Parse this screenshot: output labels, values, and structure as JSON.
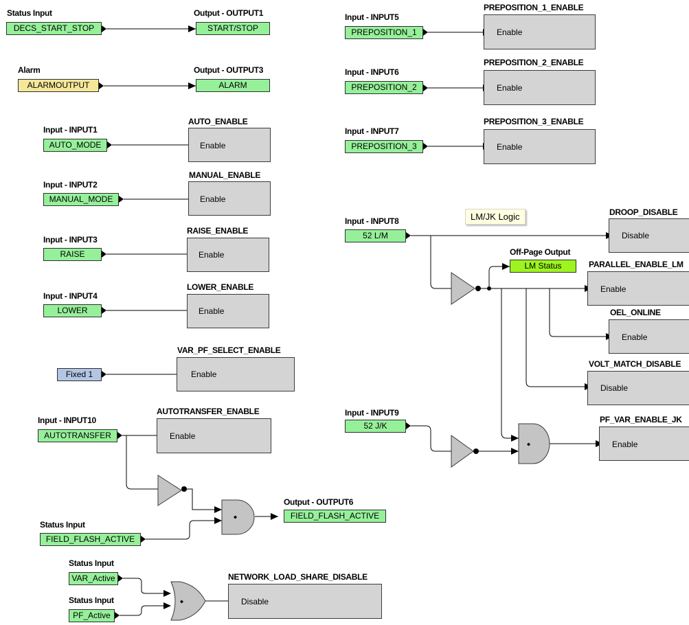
{
  "left": {
    "decs": {
      "header": "Status Input",
      "tag": "DECS_START_STOP",
      "out_header": "Output - OUTPUT1",
      "out_tag": "START/STOP"
    },
    "alarm": {
      "header": "Alarm",
      "tag": "ALARMOUTPUT",
      "out_header": "Output - OUTPUT3",
      "out_tag": "ALARM"
    },
    "auto": {
      "header": "Input - INPUT1",
      "tag": "AUTO_MODE",
      "block_title": "AUTO_ENABLE",
      "port": "Enable"
    },
    "manual": {
      "header": "Input - INPUT2",
      "tag": "MANUAL_MODE",
      "block_title": "MANUAL_ENABLE",
      "port": "Enable"
    },
    "raise": {
      "header": "Input - INPUT3",
      "tag": "RAISE",
      "block_title": "RAISE_ENABLE",
      "port": "Enable"
    },
    "lower": {
      "header": "Input - INPUT4",
      "tag": "LOWER",
      "block_title": "LOWER_ENABLE",
      "port": "Enable"
    },
    "varpf": {
      "tag": "Fixed 1",
      "block_title": "VAR_PF_SELECT_ENABLE",
      "port": "Enable"
    },
    "autotransfer": {
      "header": "Input - INPUT10",
      "tag": "AUTOTRANSFER",
      "block_title": "AUTOTRANSFER_ENABLE",
      "port": "Enable"
    },
    "fieldflash": {
      "header": "Status Input",
      "tag": "FIELD_FLASH_ACTIVE",
      "out_header": "Output - OUTPUT6",
      "out_tag": "FIELD_FLASH_ACTIVE"
    },
    "varactive": {
      "header": "Status Input",
      "tag": "VAR_Active"
    },
    "pfactive": {
      "header": "Status Input",
      "tag": "PF_Active"
    },
    "nls": {
      "block_title": "NETWORK_LOAD_SHARE_DISABLE",
      "port": "Disable"
    }
  },
  "right": {
    "prep1": {
      "header": "Input - INPUT5",
      "tag": "PREPOSITION_1",
      "block_title": "PREPOSITION_1_ENABLE",
      "port": "Enable"
    },
    "prep2": {
      "header": "Input - INPUT6",
      "tag": "PREPOSITION_2",
      "block_title": "PREPOSITION_2_ENABLE",
      "port": "Enable"
    },
    "prep3": {
      "header": "Input - INPUT7",
      "tag": "PREPOSITION_3",
      "block_title": "PREPOSITION_3_ENABLE",
      "port": "Enable"
    },
    "note": "LM/JK Logic",
    "in8": {
      "header": "Input - INPUT8",
      "tag": "52 L/M"
    },
    "in9": {
      "header": "Input - INPUT9",
      "tag": "52 J/K"
    },
    "offpage": {
      "header": "Off-Page Output",
      "tag": "LM Status"
    },
    "droop": {
      "block_title": "DROOP_DISABLE",
      "port": "Disable"
    },
    "parallel": {
      "block_title": "PARALLEL_ENABLE_LM",
      "port": "Enable"
    },
    "oel": {
      "block_title": "OEL_ONLINE",
      "port": "Enable"
    },
    "voltmatch": {
      "block_title": "VOLT_MATCH_DISABLE",
      "port": "Disable"
    },
    "pfvar": {
      "block_title": "PF_VAR_ENABLE_JK",
      "port": "Enable"
    }
  },
  "colors": {
    "input_tag": "#96f09a",
    "alarm_tag": "#f4e79a",
    "fixed_tag": "#b2c6e4",
    "offpage_tag": "#9df41f",
    "block_fill": "#d4d4d4",
    "note_fill": "#ffffe1"
  }
}
